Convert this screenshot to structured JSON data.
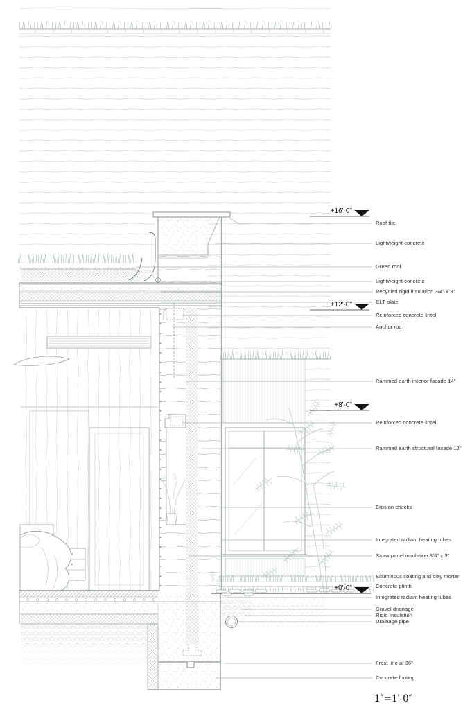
{
  "drawing": {
    "scale_label": "1″=1′-0″",
    "elevation_markers": [
      {
        "label": "+16'-0\""
      },
      {
        "label": "+12'-0\""
      },
      {
        "label": "+8'-0\""
      },
      {
        "label": "+0'-0\""
      }
    ],
    "annotations": [
      {
        "label": "Roof tile"
      },
      {
        "label": "Lightweight concrete"
      },
      {
        "label": "Green roof"
      },
      {
        "label": "Lightweight concrete"
      },
      {
        "label": "Recycled rigid insulation 3/4\" x 3\""
      },
      {
        "label": "CLT plate"
      },
      {
        "label": "Reinforced concrete lintel"
      },
      {
        "label": "Anchor rod"
      },
      {
        "label": "Rammed earth interior facade 14\""
      },
      {
        "label": "Reinforced concrete lintel"
      },
      {
        "label": "Rammed earth structural facade 12\""
      },
      {
        "label": "Erosion checks"
      },
      {
        "label": "Integrated radiant heating tubes"
      },
      {
        "label": "Straw panel insulation 3/4\" x 3\""
      },
      {
        "label": "Bituminous coating and clay mortar"
      },
      {
        "label": "Concrete plinth"
      },
      {
        "label": "Integrated radiant heating tubes"
      },
      {
        "label": "Gravel drainage"
      },
      {
        "label": "Rigid Insulation"
      },
      {
        "label": "Drainage pipe"
      },
      {
        "label": "Frost line at 36\""
      },
      {
        "label": "Concrete footing"
      }
    ]
  }
}
